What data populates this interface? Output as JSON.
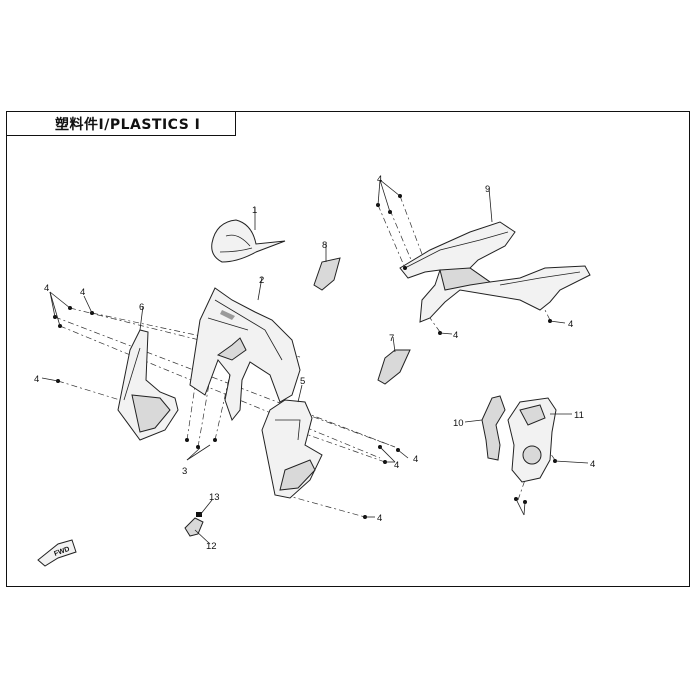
{
  "title": "塑料件Ⅰ/PLASTICS Ⅰ",
  "fwd_label": "FWD",
  "callouts": {
    "c1": "1",
    "c2": "2",
    "c3": "3",
    "c4a": "4",
    "c4b": "4",
    "c4c": "4",
    "c4d": "4",
    "c4e": "4",
    "c4f": "4",
    "c4g": "4",
    "c4h": "4",
    "c4i": "4",
    "c4j": "4",
    "c5": "5",
    "c6": "6",
    "c7": "7",
    "c8": "8",
    "c9": "9",
    "c10": "10",
    "c11": "11",
    "c12": "12",
    "c13": "13"
  }
}
